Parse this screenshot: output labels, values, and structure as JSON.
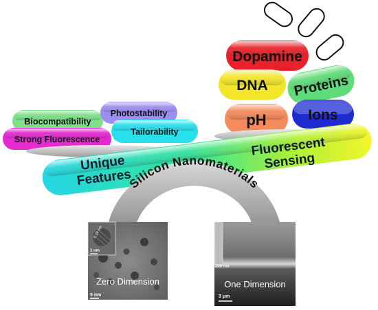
{
  "features": {
    "biocompatibility": "Biocompatibility",
    "photostability": "Photostability",
    "strong_fluorescence": "Strong Fluorescence",
    "tailorability": "Tailorability"
  },
  "sensing_targets": {
    "dopamine": "Dopamine",
    "dna": "DNA",
    "proteins": "Proteins",
    "ph": "pH",
    "ions": "Ions"
  },
  "bar": {
    "left_line1": "Unique",
    "left_line2": "Features",
    "right_line1": "Fluorescent",
    "right_line2": "Sensing"
  },
  "arch_title": "Silicon Nanomaterials",
  "zero_dim": {
    "label": "Zero Dimension",
    "lattice": "0.19 nm",
    "inset_scale": "1 nm",
    "scale": "5 nm"
  },
  "one_dim": {
    "label": "One Dimension",
    "inset_scale": "200 nm",
    "scale": "3 μm"
  },
  "colors": {
    "dopamine": "#e8222a",
    "dna": "#f3e62a",
    "proteins": "#5fdc7a",
    "ph": "#f58a5c",
    "ions": "#1e2bd0",
    "strong_fluorescence": "#e42ad0",
    "biocompatibility": "#7ee08a",
    "photostability": "#9a8ff0",
    "tailorability": "#28e0ec"
  }
}
